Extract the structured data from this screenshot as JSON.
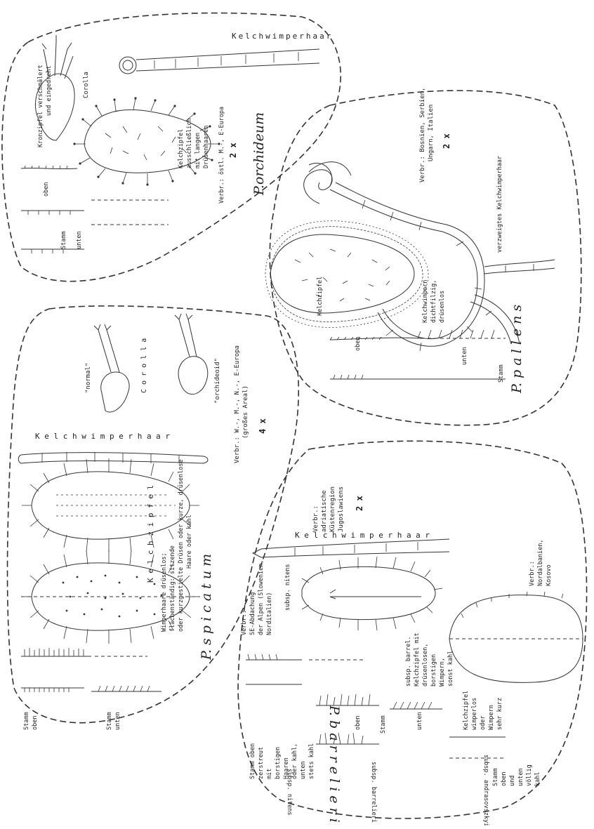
{
  "orchideum": {
    "title": "P.orchideum",
    "hair_title": "Kelchwimperhaar",
    "kronzipfel_note": [
      "Kronzipfel verschmälert",
      "und eingedreht"
    ],
    "corolla": "Corolla",
    "kelch_note": [
      "Kelchzipfel",
      "ausschließlich",
      "mit langen",
      "Drüsenhaaren"
    ],
    "verbr": "Verbr.: östl. M.-, E-Europa",
    "mag": "2 x",
    "oben": "oben",
    "unten": "unten",
    "stamm": "Stamm"
  },
  "pallens": {
    "title": "P. p a l l e n s",
    "verbr": [
      "Verbr.: Bosnien, Serbien,",
      "Ungarn, Italien"
    ],
    "mag": "2 x",
    "branched": "verzweigtes Kelchwimperhaar",
    "kelch_note": [
      "Kelchwimpern",
      "dichtfilzig,",
      "drüsenlos"
    ],
    "kelchzipfel": "Kelchzipfel",
    "oben": "oben",
    "unten": "unten",
    "stamm": "Stamm"
  },
  "spicatum": {
    "title": "P. s p i c a t u m",
    "normal": "\"normal\"",
    "corolla": "C o r o l l a",
    "orchideoid": "\"orchideoid\"",
    "verbr": [
      "Verbr.: W.-, M.-, N.-, E-Europa",
      "(großes Areal)"
    ],
    "mag": "4 x",
    "hair_title": "K e l c h w i m p e r h a a r",
    "kelchzipfel": "K e l c h z i p f e l",
    "wimper_note": [
      "Wimperhaare drüsenlos;",
      "flächenständig: sitzende",
      "oder kurzgestielte Drüsen oder kurze, drüsenlose",
      "Haare oder kahl"
    ],
    "stamm_oben": [
      "Stamm",
      "oben"
    ],
    "stamm_unten": [
      "Stamm",
      "unten"
    ]
  },
  "barrelieri": {
    "title": "P. b a r r e l i e r i",
    "verbr_top": [
      "Verbr.:",
      "adriatische",
      "Küstenregion",
      "Jugoslawiens"
    ],
    "mag": "2 x",
    "hair_title": "K e l c h w i m p e r h a a r",
    "verbr_nitens": [
      "Verbr.:",
      "SE-Abdachung",
      "der Alpen (Slowenien,",
      "Norditalien)"
    ],
    "subsp_nitens": "subsp. nitens",
    "barrel_note": [
      "subsp. barrel.",
      "Kelchzipfel mit",
      "drüsenlosen,",
      "borstigen",
      "Wimpern,",
      "sonst kahl"
    ],
    "verbr_andr": [
      "Verbr.:",
      "Nordalbanien,",
      "Kosovo"
    ],
    "andr_note": [
      "Kelchzipfel",
      "wimperlos",
      "oder",
      "Wimpern",
      "sehr kurz"
    ],
    "stamm_andr": [
      "Stamm",
      "oben",
      "und",
      "unten",
      "völlig",
      "kahl"
    ],
    "stamm_nitens": [
      "Stamm oben",
      "zerstreut",
      "mit",
      "borstigen",
      "Haaren",
      "oder kahl,",
      "unten",
      "stets kahl"
    ],
    "oben": "oben",
    "stamm": "Stamm",
    "unten": "unten",
    "ssp_nitens_label": "subsp. nitens",
    "ssp_barrel_label": "subsp. barrelieri",
    "ssp_andr_label": "subsp. andrasovszkyi"
  }
}
